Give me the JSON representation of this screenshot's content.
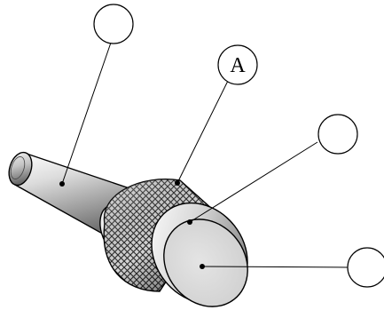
{
  "callouts": [
    {
      "id": "shaft",
      "label": ""
    },
    {
      "id": "knurl",
      "label": "A"
    },
    {
      "id": "collar",
      "label": ""
    },
    {
      "id": "face",
      "label": ""
    }
  ],
  "colors": {
    "line": "#000000",
    "metal_light": "#e6e6e6",
    "metal_mid": "#b3b3b3",
    "metal_dark": "#6b6b6b",
    "background": "#ffffff"
  }
}
